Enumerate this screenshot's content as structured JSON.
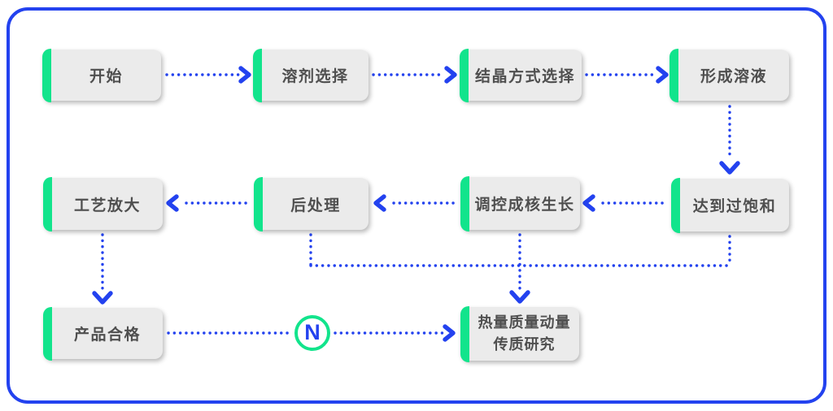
{
  "theme": {
    "accent_blue": "#2342ef",
    "accent_green": "#12e48c",
    "node_bg": "#ebebeb",
    "node_text": "#4f4f4f"
  },
  "nodes": [
    {
      "id": "start",
      "label": "开始"
    },
    {
      "id": "solvent-selection",
      "label": "溶剂选择"
    },
    {
      "id": "crystallization-method-selection",
      "label": "结晶方式选择"
    },
    {
      "id": "form-solution",
      "label": "形成溶液"
    },
    {
      "id": "process-scale-up",
      "label": "工艺放大"
    },
    {
      "id": "post-processing",
      "label": "后处理"
    },
    {
      "id": "nucleation-growth-control",
      "label": "调控成核生长"
    },
    {
      "id": "reach-supersaturation",
      "label": "达到过饱和"
    },
    {
      "id": "product-qualified",
      "label": "产品合格"
    },
    {
      "id": "heat-mass-momentum-transfer-study",
      "label": "热量质量动量\n传质研究"
    }
  ],
  "decision": {
    "label": "N"
  }
}
